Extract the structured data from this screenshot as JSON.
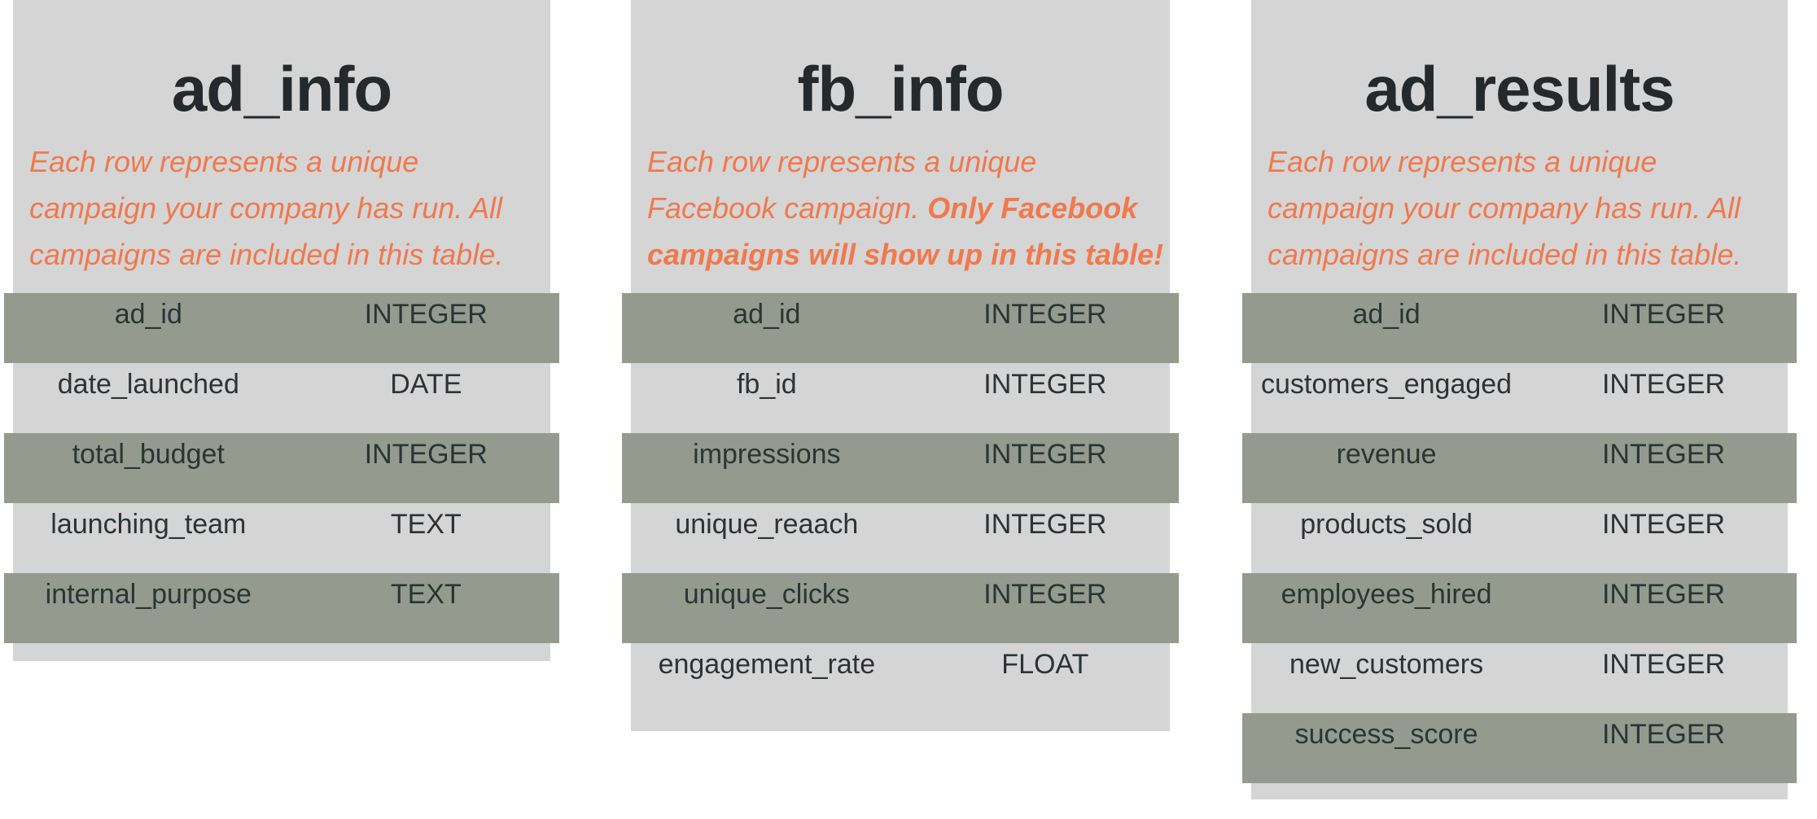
{
  "colors": {
    "page_background": "#ffffff",
    "card_background": "#d5d5d5",
    "row_green": "#949a8d",
    "description_orange": "#f0794e",
    "title_text": "#26292b",
    "row_text": "#2d3335"
  },
  "tables": [
    {
      "name": "ad_info",
      "description_text": "Each row represents a unique campaign your company has run. All campaigns are included in this table.",
      "description_lines": [
        {
          "normal": "Each row represents a unique",
          "bold": ""
        },
        {
          "normal": "campaign your company has run. All",
          "bold": ""
        },
        {
          "normal": "campaigns are included in this table.",
          "bold": ""
        }
      ],
      "fields": [
        {
          "name": "ad_id",
          "type": "INTEGER"
        },
        {
          "name": "date_launched",
          "type": "DATE"
        },
        {
          "name": "total_budget",
          "type": "INTEGER"
        },
        {
          "name": "launching_team",
          "type": "TEXT"
        },
        {
          "name": "internal_purpose",
          "type": "TEXT"
        }
      ]
    },
    {
      "name": "fb_info",
      "description_text": "Each row represents a unique Facebook campaign. Only Facebook campaigns will show up in this table!",
      "description_lines": [
        {
          "normal": "Each row represents a unique",
          "bold": ""
        },
        {
          "normal": "Facebook campaign. ",
          "bold": "Only Facebook"
        },
        {
          "normal": "",
          "bold": "campaigns will show up in this table!"
        }
      ],
      "fields": [
        {
          "name": "ad_id",
          "type": "INTEGER"
        },
        {
          "name": "fb_id",
          "type": "INTEGER"
        },
        {
          "name": "impressions",
          "type": "INTEGER"
        },
        {
          "name": "unique_reaach",
          "type": "INTEGER"
        },
        {
          "name": "unique_clicks",
          "type": "INTEGER"
        },
        {
          "name": "engagement_rate",
          "type": "FLOAT"
        }
      ]
    },
    {
      "name": "ad_results",
      "description_text": "Each row represents a unique campaign your company has run. All campaigns are included in this table.",
      "description_lines": [
        {
          "normal": "Each row represents a unique",
          "bold": ""
        },
        {
          "normal": "campaign your company has run. All",
          "bold": ""
        },
        {
          "normal": "campaigns are included in this table.",
          "bold": ""
        }
      ],
      "fields": [
        {
          "name": "ad_id",
          "type": "INTEGER"
        },
        {
          "name": "customers_engaged",
          "type": "INTEGER"
        },
        {
          "name": "revenue",
          "type": "INTEGER"
        },
        {
          "name": "products_sold",
          "type": "INTEGER"
        },
        {
          "name": "employees_hired",
          "type": "INTEGER"
        },
        {
          "name": "new_customers",
          "type": "INTEGER"
        },
        {
          "name": "success_score",
          "type": "INTEGER"
        }
      ]
    }
  ]
}
